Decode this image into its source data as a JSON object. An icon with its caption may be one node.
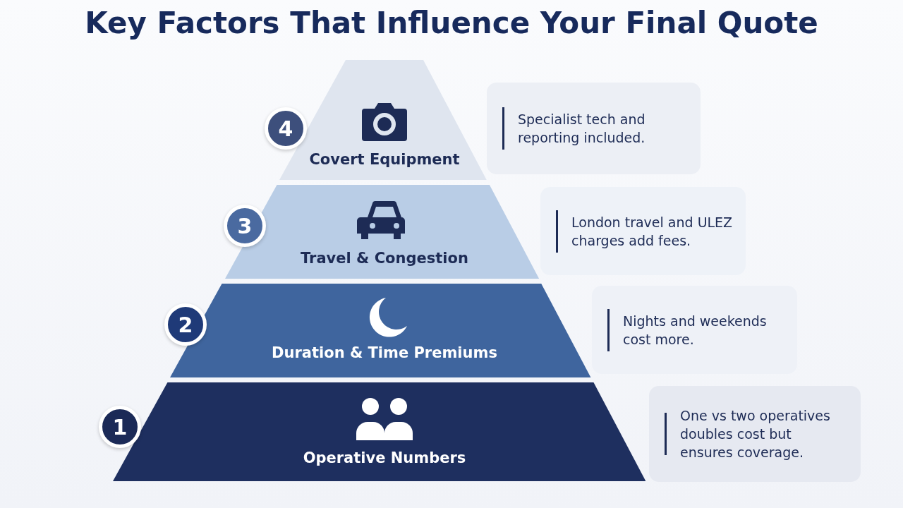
{
  "diagram": {
    "title": "Key Factors That Influence Your Final Quote",
    "nodes": [
      {
        "text": [
          "4"
        ]
      },
      {
        "text": [
          "Covert Equipment"
        ]
      },
      {
        "text": [
          "Specialist tech and reporting included."
        ]
      },
      {
        "text": [
          "3"
        ]
      },
      {
        "text": [
          "Travel & Congestion"
        ]
      },
      {
        "text": [
          "London travel and ULEZ charges add fees."
        ]
      },
      {
        "text": [
          "2"
        ]
      },
      {
        "text": [
          "Duration & Time Premiums"
        ]
      },
      {
        "text": [
          "Nights and weekends cost more."
        ]
      },
      {
        "text": [
          "1"
        ]
      },
      {
        "text": [
          "Operative Numbers"
        ]
      },
      {
        "text": [
          "One vs two operatives doubles cost but ensures coverage."
        ]
      }
    ],
    "edges": []
  }
}
